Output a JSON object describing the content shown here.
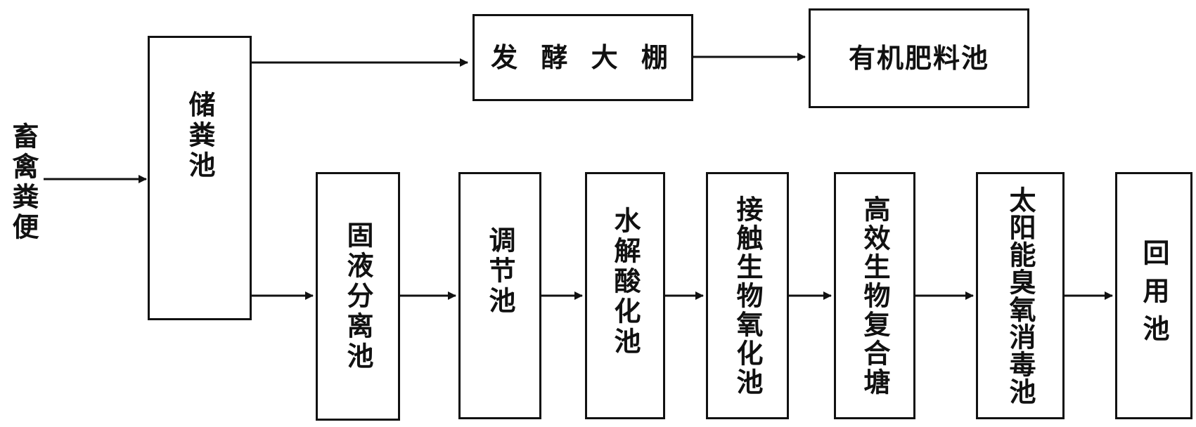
{
  "diagram": {
    "source_label": "畜禽粪便",
    "storage_tank": "储粪池",
    "fermentation_shed": "发 酵 大 棚",
    "organic_fertilizer_tank": "有机肥料池",
    "process_chain": [
      "固液分离池",
      "调节池",
      "水解酸化池",
      "接触生物氧化池",
      "高效生物复合塘",
      "太阳能臭氧消毒池",
      "回用池"
    ],
    "line_color": "#111111"
  }
}
